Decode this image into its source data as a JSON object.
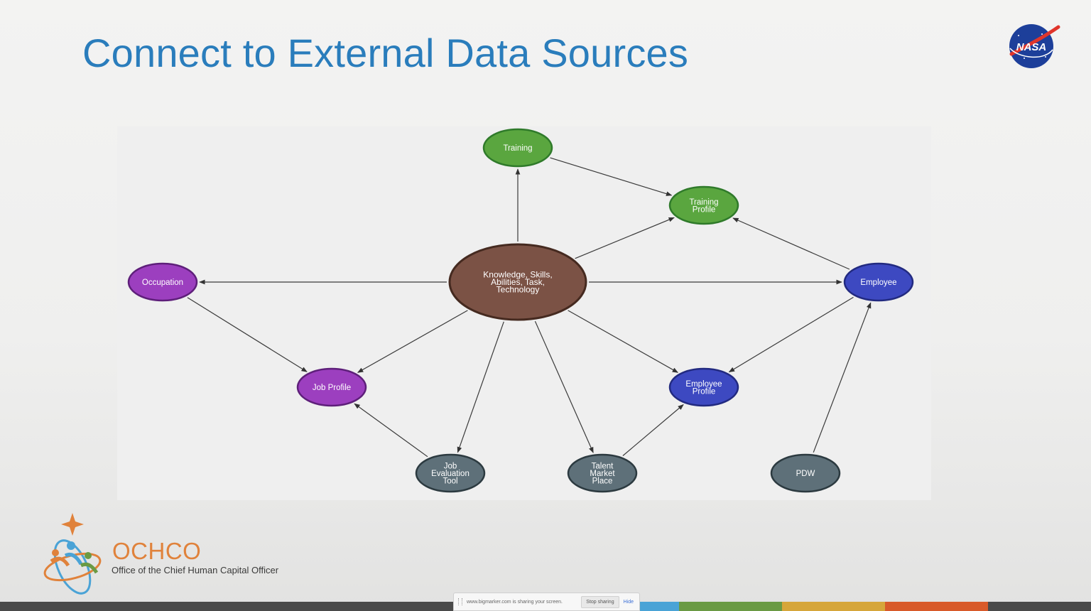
{
  "slide": {
    "title": "Connect to External Data Sources"
  },
  "logos": {
    "nasa_text": "NASA"
  },
  "diagram": {
    "nodes": [
      {
        "id": "training",
        "label": [
          "Training"
        ],
        "fill": "#5aa63f",
        "stroke": "#2f7a2a"
      },
      {
        "id": "training-profile",
        "label": [
          "Training",
          "Profile"
        ],
        "fill": "#5aa63f",
        "stroke": "#2f7a2a"
      },
      {
        "id": "occupation",
        "label": [
          "Occupation"
        ],
        "fill": "#9c3fbf",
        "stroke": "#5e1f7a"
      },
      {
        "id": "ksa",
        "label": [
          "Knowledge, Skills,",
          "Abilities, Task,",
          "Technology"
        ],
        "fill": "#7b5245",
        "stroke": "#452a20"
      },
      {
        "id": "employee",
        "label": [
          "Employee"
        ],
        "fill": "#3d49c1",
        "stroke": "#222a80"
      },
      {
        "id": "job-profile",
        "label": [
          "Job Profile"
        ],
        "fill": "#9c3fbf",
        "stroke": "#5e1f7a"
      },
      {
        "id": "employee-profile",
        "label": [
          "Employee",
          "Profile"
        ],
        "fill": "#3d49c1",
        "stroke": "#222a80"
      },
      {
        "id": "job-evaluation-tool",
        "label": [
          "Job",
          "Evaluation",
          "Tool"
        ],
        "fill": "#5e7079",
        "stroke": "#2c3a40"
      },
      {
        "id": "talent-market-place",
        "label": [
          "Talent",
          "Market",
          "Place"
        ],
        "fill": "#5e7079",
        "stroke": "#2c3a40"
      },
      {
        "id": "pdw",
        "label": [
          "PDW"
        ],
        "fill": "#5e7079",
        "stroke": "#2c3a40"
      }
    ],
    "edges": [
      {
        "from": "ksa",
        "to": "training"
      },
      {
        "from": "training",
        "to": "training-profile"
      },
      {
        "from": "ksa",
        "to": "training-profile"
      },
      {
        "from": "employee",
        "to": "training-profile"
      },
      {
        "from": "ksa",
        "to": "occupation"
      },
      {
        "from": "ksa",
        "to": "employee"
      },
      {
        "from": "occupation",
        "to": "job-profile"
      },
      {
        "from": "ksa",
        "to": "job-profile"
      },
      {
        "from": "ksa",
        "to": "job-evaluation-tool"
      },
      {
        "from": "ksa",
        "to": "talent-market-place"
      },
      {
        "from": "ksa",
        "to": "employee-profile"
      },
      {
        "from": "employee",
        "to": "employee-profile"
      },
      {
        "from": "job-evaluation-tool",
        "to": "job-profile"
      },
      {
        "from": "talent-market-place",
        "to": "employee-profile"
      },
      {
        "from": "pdw",
        "to": "employee"
      }
    ]
  },
  "footer": {
    "org_acronym": "OCHCO",
    "org_name": "Office of the Chief Human Capital Officer",
    "bar_colors": [
      "#4a4a4a",
      "#4aa3d6",
      "#6a9a44",
      "#d6a63a",
      "#d85a2a",
      "#4a4a4a"
    ]
  },
  "share_bar": {
    "message": "www.bigmarker.com is sharing your screen.",
    "stop_label": "Stop sharing",
    "hide_label": "Hide"
  }
}
